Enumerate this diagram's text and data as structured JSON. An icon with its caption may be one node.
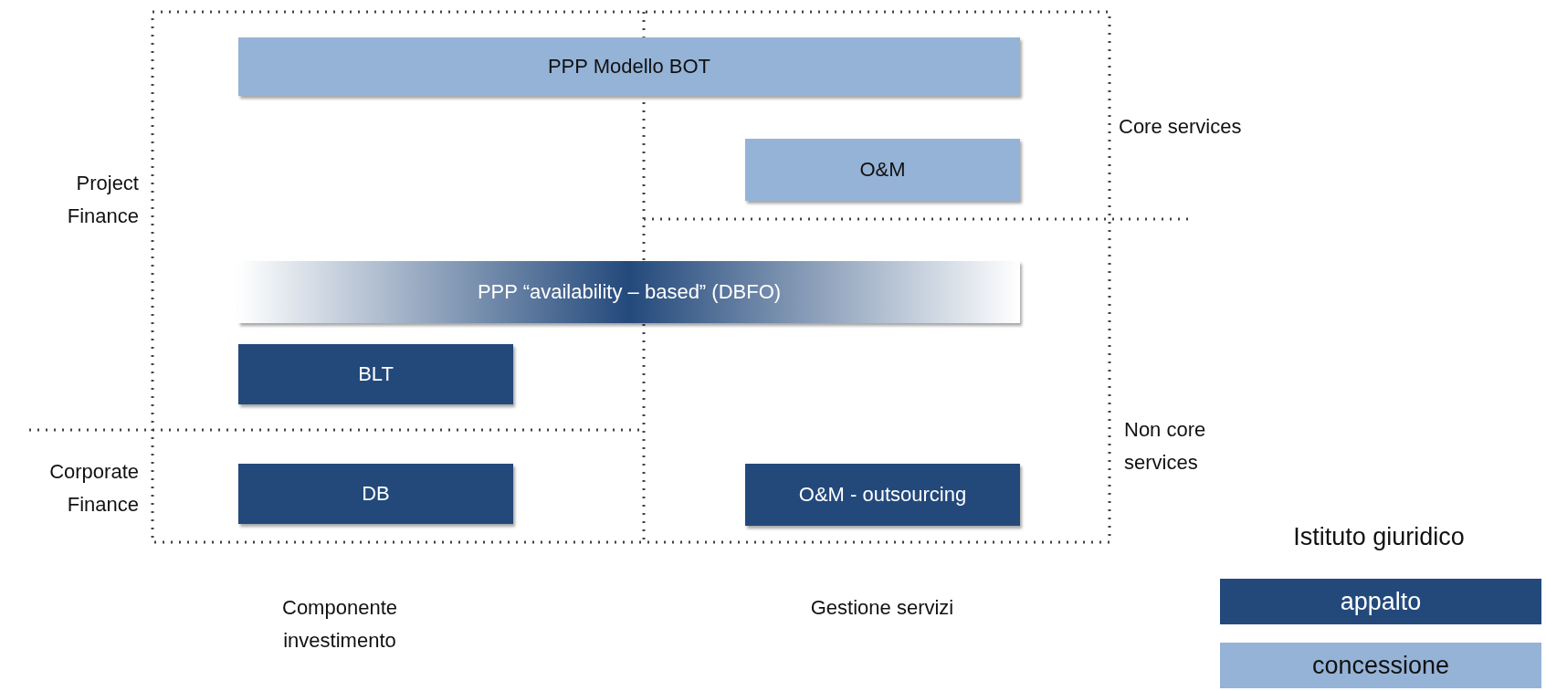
{
  "diagram": {
    "nodes": [
      {
        "text": [
          "PPP Modello BOT"
        ]
      },
      {
        "text": [
          "O&M"
        ]
      },
      {
        "text": [
          "PPP “availability – based” (DBFO)"
        ]
      },
      {
        "text": [
          "BLT"
        ]
      },
      {
        "text": [
          "DB"
        ]
      },
      {
        "text": [
          "O&M - outsourcing"
        ]
      }
    ],
    "edges": [],
    "labels": [
      "Core services",
      "Project Finance",
      "Non core services",
      "Corporate Finance",
      "Istituto giuridico",
      "Componente investimento",
      "Gestione servizi"
    ],
    "legend": [
      {
        "text": "appalto",
        "color": "#23497b"
      },
      {
        "text": "concessione",
        "color": "#95b3d7"
      }
    ]
  }
}
